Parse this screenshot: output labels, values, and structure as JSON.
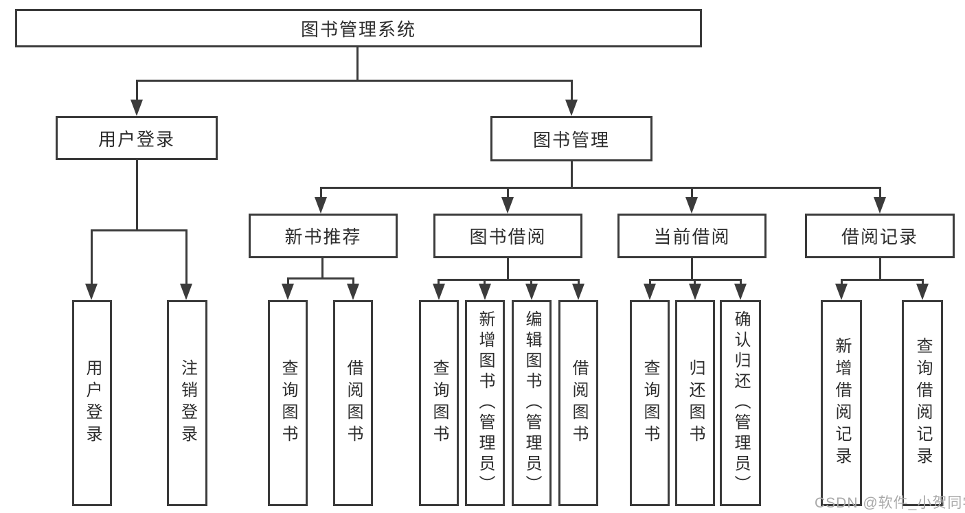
{
  "diagram": {
    "root": {
      "label": "图书管理系统"
    },
    "level2": {
      "user_login": {
        "label": "用户登录"
      },
      "book_mgmt": {
        "label": "图书管理"
      }
    },
    "level3": {
      "new_books": {
        "label": "新书推荐"
      },
      "book_borrow": {
        "label": "图书借阅"
      },
      "current_borrow": {
        "label": "当前借阅"
      },
      "borrow_records": {
        "label": "借阅记录"
      }
    },
    "leaves": {
      "user_login": [
        "用户登录",
        "注销登录"
      ],
      "new_books": [
        "查询图书",
        "借阅图书"
      ],
      "book_borrow": [
        "查询图书",
        "新增图书（管理员）",
        "编辑图书（管理员）",
        "借阅图书"
      ],
      "current_borrow": [
        "查询图书",
        "归还图书",
        "确认归还（管理员）"
      ],
      "borrow_records": [
        "新增借阅记录",
        "查询借阅记录"
      ]
    },
    "watermark": "CSDN @软件_小贺同学",
    "colors": {
      "line": "#3b3b3b",
      "text": "#2d2d2d",
      "watermark_text": "#a9a9a9",
      "background": "#ffffff"
    }
  }
}
